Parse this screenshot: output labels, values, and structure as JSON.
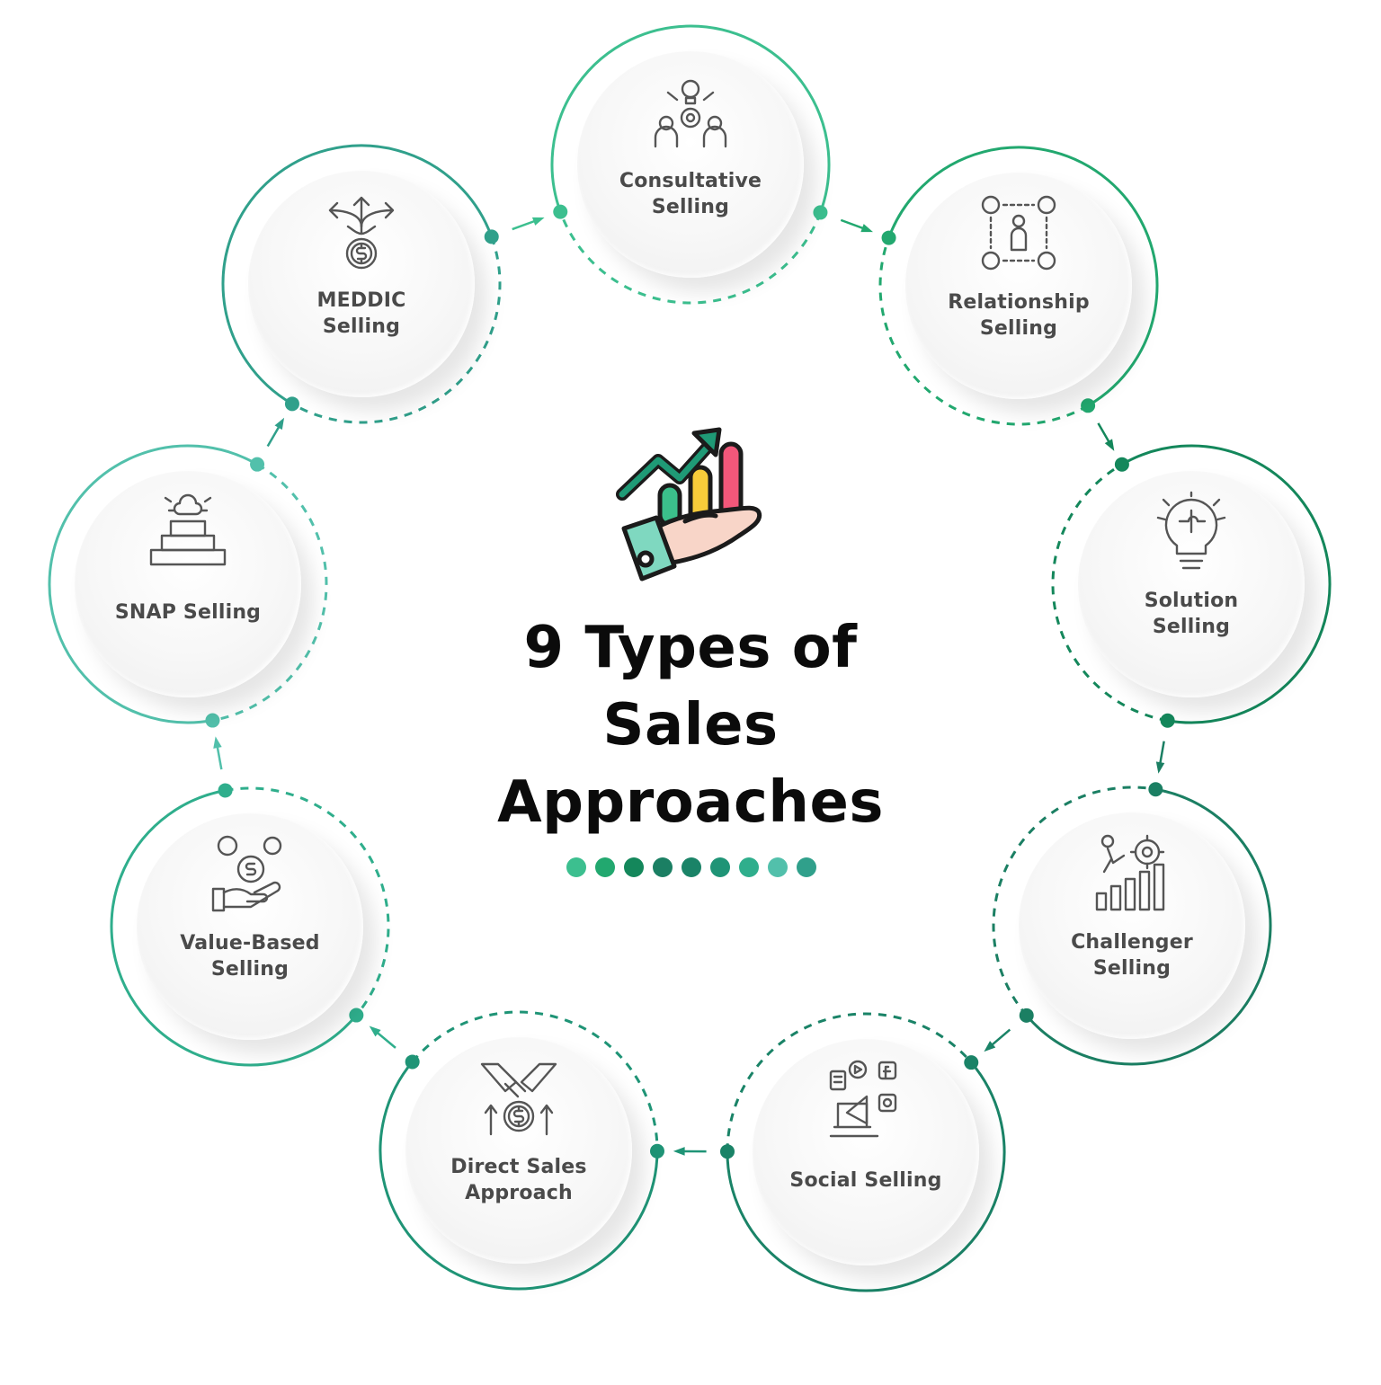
{
  "title": "9 Types of Sales Approaches",
  "title_lines": [
    "9 Types of",
    "Sales",
    "Approaches"
  ],
  "center_icon": "growth-chart-hand-icon",
  "steps": [
    {
      "label": "Consultative\nSelling",
      "icon": "consultation-meeting-icon",
      "color": "#3cbf8f"
    },
    {
      "label": "Relationship\nSelling",
      "icon": "network-people-icon",
      "color": "#22a86f"
    },
    {
      "label": "Solution\nSelling",
      "icon": "puzzle-lightbulb-icon",
      "color": "#14875b"
    },
    {
      "label": "Challenger\nSelling",
      "icon": "climbing-growth-gear-icon",
      "color": "#1b7f63"
    },
    {
      "label": "Social Selling",
      "icon": "social-media-megaphone-icon",
      "color": "#1a8367"
    },
    {
      "label": "Direct Sales\nApproach",
      "icon": "handshake-dollar-icon",
      "color": "#1f9476"
    },
    {
      "label": "Value-Based\nSelling",
      "icon": "hand-coins-icon",
      "color": "#2fae8c"
    },
    {
      "label": "SNAP Selling",
      "icon": "podium-steps-icon",
      "color": "#52c0ab"
    },
    {
      "label": "MEDDIC\nSelling",
      "icon": "direction-dollar-icon",
      "color": "#30a08b"
    }
  ],
  "dots": [
    "#3cbf8f",
    "#22a86f",
    "#14875b",
    "#1b7f63",
    "#1a8367",
    "#1f9476",
    "#2fae8c",
    "#52c0ab",
    "#30a08b"
  ]
}
